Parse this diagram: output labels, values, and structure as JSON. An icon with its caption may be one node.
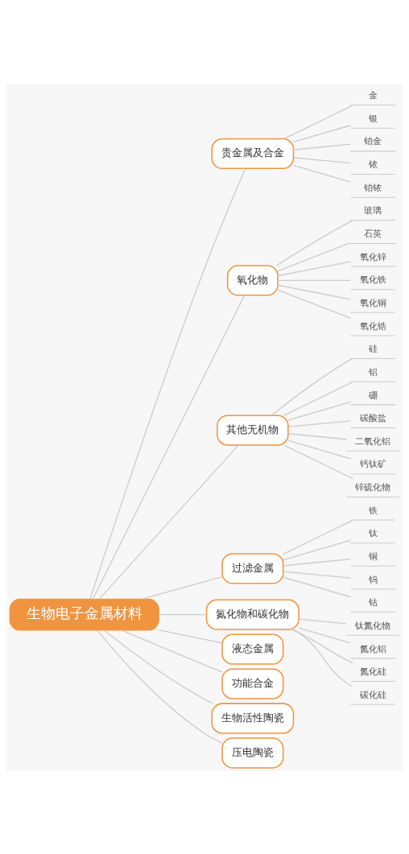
{
  "diagram": {
    "nodes": [
      {
        "text": [
          "生物电子金属材料"
        ]
      },
      {
        "text": [
          "贵金属及合金"
        ]
      },
      {
        "text": [
          "金"
        ]
      },
      {
        "text": [
          "银"
        ]
      },
      {
        "text": [
          "铂金"
        ]
      },
      {
        "text": [
          "铱"
        ]
      },
      {
        "text": [
          "铂铱"
        ]
      },
      {
        "text": [
          "氧化物"
        ]
      },
      {
        "text": [
          "玻璃"
        ]
      },
      {
        "text": [
          "石英"
        ]
      },
      {
        "text": [
          "氧化锌"
        ]
      },
      {
        "text": [
          "氧化铁"
        ]
      },
      {
        "text": [
          "氧化铜"
        ]
      },
      {
        "text": [
          "氧化锆"
        ]
      },
      {
        "text": [
          "其他无机物"
        ]
      },
      {
        "text": [
          "硅"
        ]
      },
      {
        "text": [
          "铝"
        ]
      },
      {
        "text": [
          "硼"
        ]
      },
      {
        "text": [
          "碳酸盐"
        ]
      },
      {
        "text": [
          "二氧化铝"
        ]
      },
      {
        "text": [
          "钙钛矿"
        ]
      },
      {
        "text": [
          "锌硫化物"
        ]
      },
      {
        "text": [
          "过滤金属"
        ]
      },
      {
        "text": [
          "铁"
        ]
      },
      {
        "text": [
          "钛"
        ]
      },
      {
        "text": [
          "铜"
        ]
      },
      {
        "text": [
          "钨"
        ]
      },
      {
        "text": [
          "钴"
        ]
      },
      {
        "text": [
          "氮化物和碳化物"
        ]
      },
      {
        "text": [
          "钛氮化物"
        ]
      },
      {
        "text": [
          "氮化铝"
        ]
      },
      {
        "text": [
          "氮化硅"
        ]
      },
      {
        "text": [
          "碳化硅"
        ]
      },
      {
        "text": [
          "液态金属"
        ]
      },
      {
        "text": [
          "功能合金"
        ]
      },
      {
        "text": [
          "生物活性陶瓷"
        ]
      },
      {
        "text": [
          "压电陶瓷"
        ]
      }
    ],
    "edges": [
      {
        "from": 0,
        "to": 1,
        "arrow": "none"
      },
      {
        "from": 1,
        "to": 2,
        "arrow": "none"
      },
      {
        "from": 1,
        "to": 3,
        "arrow": "none"
      },
      {
        "from": 1,
        "to": 4,
        "arrow": "none"
      },
      {
        "from": 1,
        "to": 5,
        "arrow": "none"
      },
      {
        "from": 1,
        "to": 6,
        "arrow": "none"
      },
      {
        "from": 0,
        "to": 7,
        "arrow": "none"
      },
      {
        "from": 7,
        "to": 8,
        "arrow": "none"
      },
      {
        "from": 7,
        "to": 9,
        "arrow": "none"
      },
      {
        "from": 7,
        "to": 10,
        "arrow": "none"
      },
      {
        "from": 7,
        "to": 11,
        "arrow": "none"
      },
      {
        "from": 7,
        "to": 12,
        "arrow": "none"
      },
      {
        "from": 7,
        "to": 13,
        "arrow": "none"
      },
      {
        "from": 0,
        "to": 14,
        "arrow": "none"
      },
      {
        "from": 14,
        "to": 15,
        "arrow": "none"
      },
      {
        "from": 14,
        "to": 16,
        "arrow": "none"
      },
      {
        "from": 14,
        "to": 17,
        "arrow": "none"
      },
      {
        "from": 14,
        "to": 18,
        "arrow": "none"
      },
      {
        "from": 14,
        "to": 19,
        "arrow": "none"
      },
      {
        "from": 14,
        "to": 20,
        "arrow": "none"
      },
      {
        "from": 14,
        "to": 21,
        "arrow": "none"
      },
      {
        "from": 0,
        "to": 22,
        "arrow": "none"
      },
      {
        "from": 22,
        "to": 23,
        "arrow": "none"
      },
      {
        "from": 22,
        "to": 24,
        "arrow": "none"
      },
      {
        "from": 22,
        "to": 25,
        "arrow": "none"
      },
      {
        "from": 22,
        "to": 26,
        "arrow": "none"
      },
      {
        "from": 22,
        "to": 27,
        "arrow": "none"
      },
      {
        "from": 0,
        "to": 28,
        "arrow": "none"
      },
      {
        "from": 28,
        "to": 29,
        "arrow": "none"
      },
      {
        "from": 28,
        "to": 30,
        "arrow": "none"
      },
      {
        "from": 28,
        "to": 31,
        "arrow": "none"
      },
      {
        "from": 28,
        "to": 32,
        "arrow": "none"
      },
      {
        "from": 0,
        "to": 33,
        "arrow": "none"
      },
      {
        "from": 0,
        "to": 34,
        "arrow": "none"
      },
      {
        "from": 0,
        "to": 35,
        "arrow": "none"
      },
      {
        "from": 0,
        "to": 36,
        "arrow": "none"
      }
    ]
  }
}
